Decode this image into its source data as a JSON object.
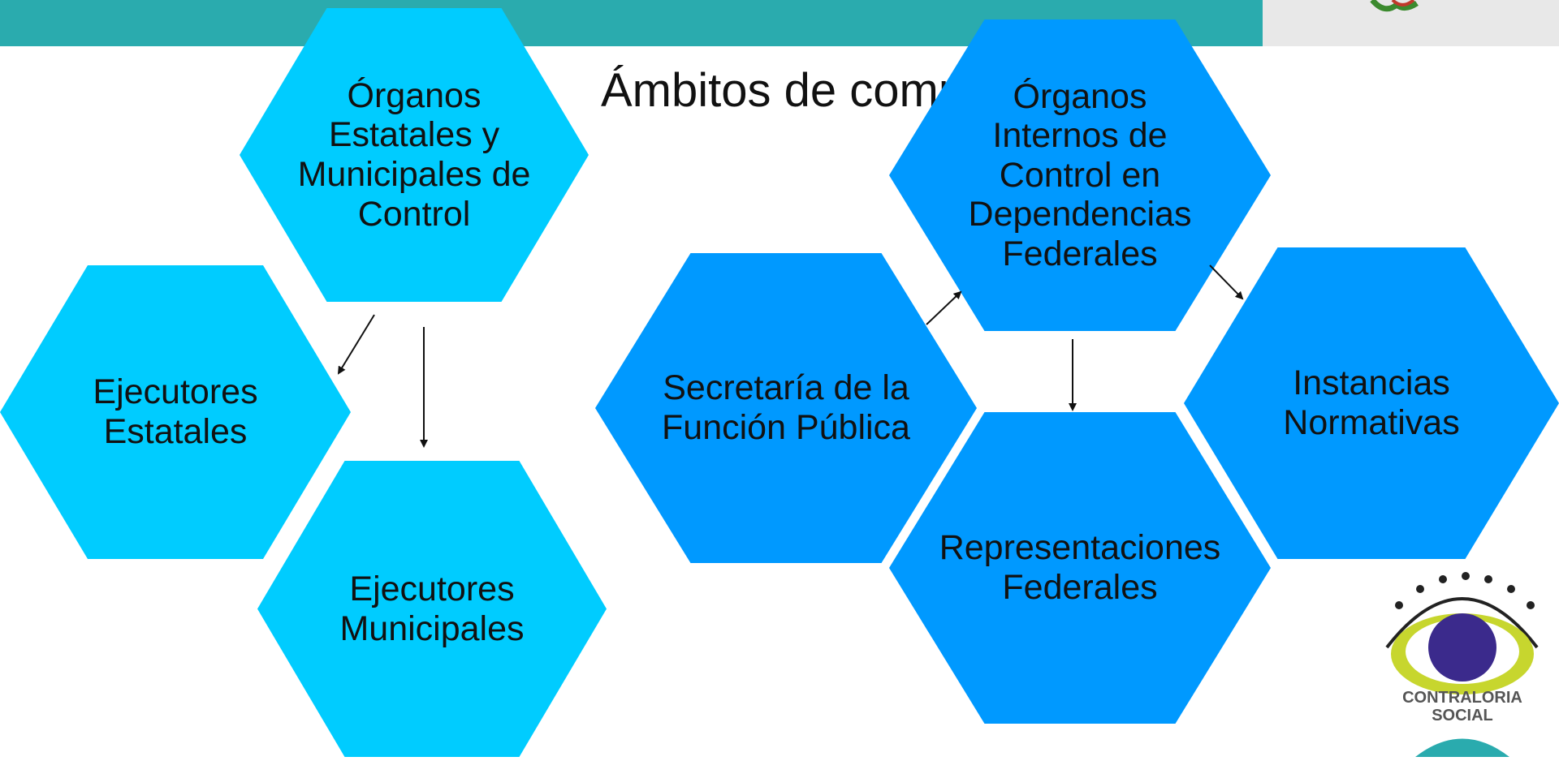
{
  "title": "Ámbitos de competencia",
  "nodes": {
    "organos_estatales": "Órganos Estatales y Municipales de Control",
    "ejecutores_estatales": "Ejecutores Estatales",
    "ejecutores_municipales": "Ejecutores Municipales",
    "secretaria": "Secretaría de la Función Pública",
    "organos_internos": "Órganos Internos de Control en Dependencias Federales",
    "representaciones": "Representaciones Federales",
    "instancias": "Instancias Normativas"
  },
  "logo": {
    "line1": "CONTRALORIA",
    "line2": "SOCIAL"
  },
  "colors": {
    "bar": "#2aabae",
    "light_hex": "#00ccff",
    "dark_hex": "#0099ff"
  }
}
